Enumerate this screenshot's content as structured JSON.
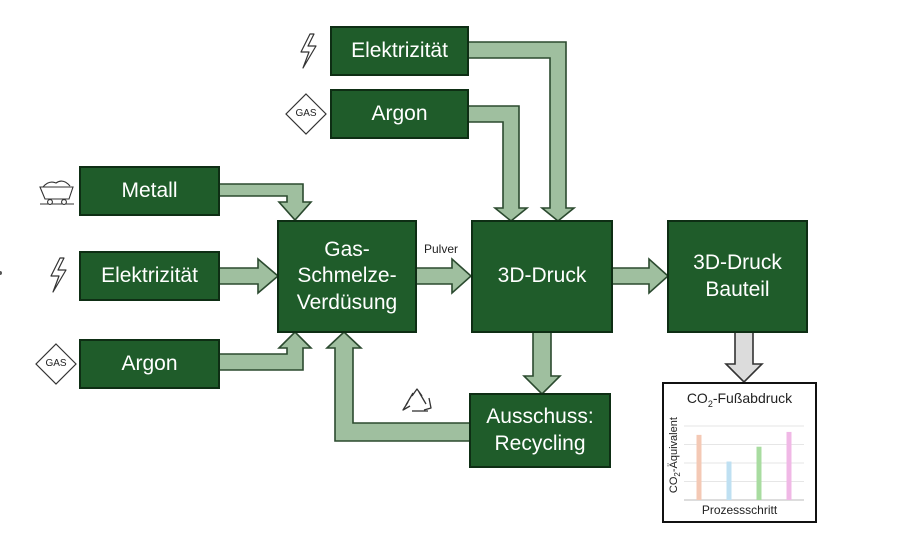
{
  "boxes": {
    "elektrizitaet_top": "Elektrizität",
    "argon_top": "Argon",
    "metall": "Metall",
    "elektrizitaet_left": "Elektrizität",
    "argon_left": "Argon",
    "gas_schmelze": [
      "Gas-",
      "Schmelze-",
      "Verdüsung"
    ],
    "druck_3d": "3D-Druck",
    "bauteil": [
      "3D-Druck",
      "Bauteil"
    ],
    "ausschuss": [
      "Ausschuss:",
      "Recycling"
    ]
  },
  "labels": {
    "pulver": "Pulver",
    "gas_icon_text": "GAS"
  },
  "icons": [
    "lightning-icon",
    "gas-diamond-icon",
    "mine-cart-icon",
    "recycling-icon"
  ],
  "colors": {
    "box_fill": "#1f5c2a",
    "box_border": "#0e2e14",
    "arrow_fill": "#9fbf9f",
    "arrow_stroke": "#2b4a2f"
  },
  "chart": {
    "title_main": "CO",
    "title_sub": "2",
    "title_rest": "-Fußabdruck",
    "xlabel": "Prozessschritt",
    "ylabel_main": "CO",
    "ylabel_sub": "2",
    "ylabel_rest": "-Äquivalent"
  },
  "chart_data": {
    "type": "bar",
    "title": "CO2-Fußabdruck",
    "xlabel": "Prozessschritt",
    "ylabel": "CO2-Äquivalent",
    "categories": [
      "",
      "",
      "",
      ""
    ],
    "values": [
      0.88,
      0.52,
      0.72,
      0.92
    ],
    "colors": [
      "#f4c9b5",
      "#bfe0f2",
      "#a8dca0",
      "#f0b8e6"
    ],
    "ylim": [
      0,
      1
    ],
    "grid": true
  }
}
